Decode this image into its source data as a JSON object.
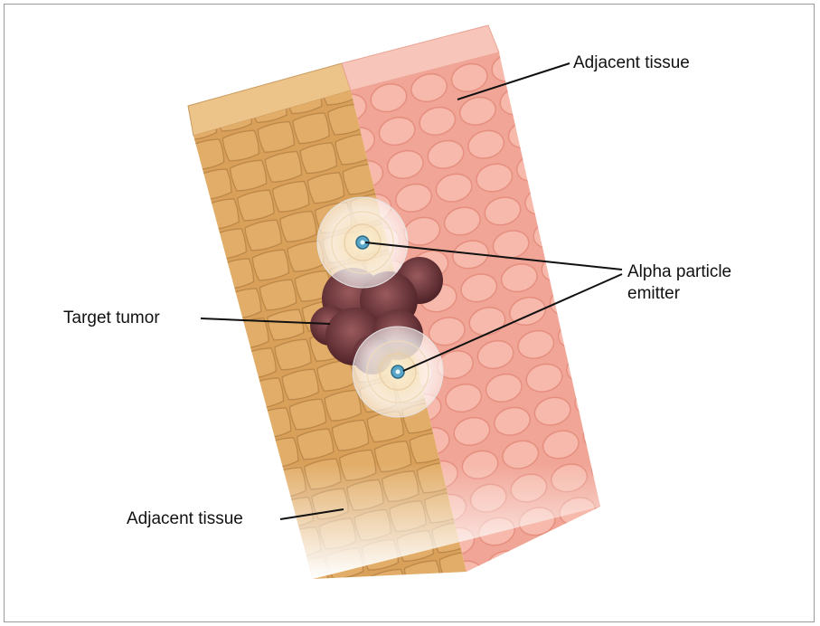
{
  "labels": {
    "adjacent_tissue_top": "Adjacent tissue",
    "alpha_emitter_line1": "Alpha particle",
    "alpha_emitter_line2": "emitter",
    "target_tumor": "Target tumor",
    "adjacent_tissue_bottom": "Adjacent tissue"
  },
  "colors": {
    "left_tissue": "#d9a05a",
    "right_tissue": "#ef9a8a",
    "tumor": "#6b2f35",
    "emitter_core": "#5aa6c8",
    "leader_line": "#111111"
  }
}
